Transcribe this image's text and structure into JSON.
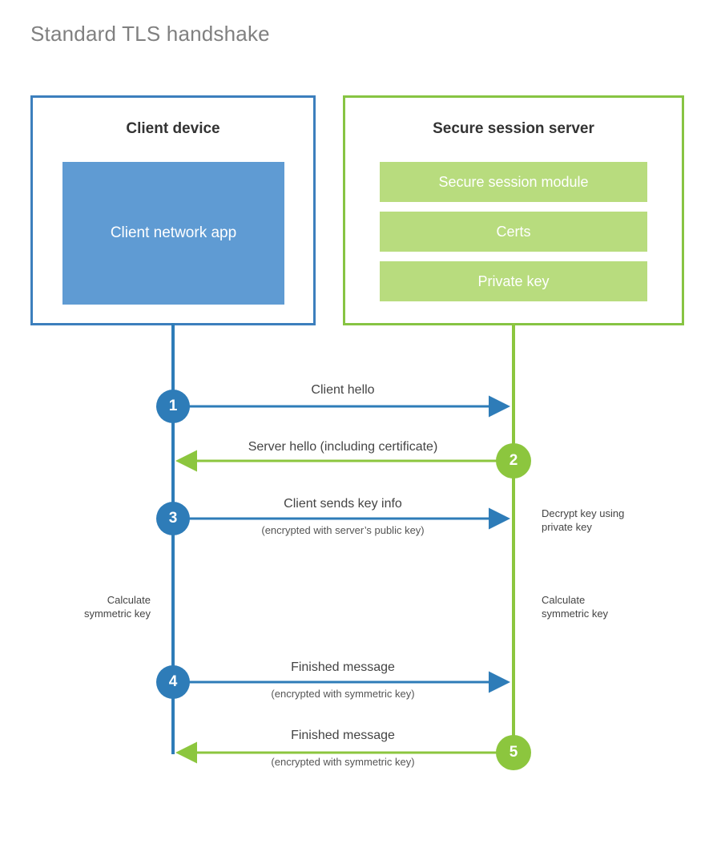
{
  "title": "Standard TLS handshake",
  "colors": {
    "client_accent": "#2e7cb8",
    "client_fill": "#5f9bd3",
    "server_accent": "#8cc63e",
    "server_border": "#87c443",
    "server_fill": "#b8dc7e",
    "title_text": "#808080",
    "body_text": "#444444"
  },
  "client": {
    "title": "Client device",
    "app_label": "Client network app"
  },
  "server": {
    "title": "Secure session server",
    "bars": [
      {
        "label": "Secure session module"
      },
      {
        "label": "Certs"
      },
      {
        "label": "Private key"
      }
    ]
  },
  "steps": [
    {
      "number": "1",
      "side": "client",
      "direction": "client-to-server",
      "primary": "Client hello",
      "secondary": ""
    },
    {
      "number": "2",
      "side": "server",
      "direction": "server-to-client",
      "primary": "Server hello (including certificate)",
      "secondary": ""
    },
    {
      "number": "3",
      "side": "client",
      "direction": "client-to-server",
      "primary": "Client sends key info",
      "secondary": "(encrypted with server’s public key)"
    },
    {
      "number": "4",
      "side": "client",
      "direction": "client-to-server",
      "primary": "Finished message",
      "secondary": "(encrypted with symmetric key)"
    },
    {
      "number": "5",
      "side": "server",
      "direction": "server-to-client",
      "primary": "Finished message",
      "secondary": "(encrypted with symmetric key)"
    }
  ],
  "annotations": {
    "decrypt_key": "Decrypt key using\nprivate key",
    "calculate_symmetric_key_client": "Calculate\nsymmetric key",
    "calculate_symmetric_key_server": "Calculate\nsymmetric key"
  }
}
